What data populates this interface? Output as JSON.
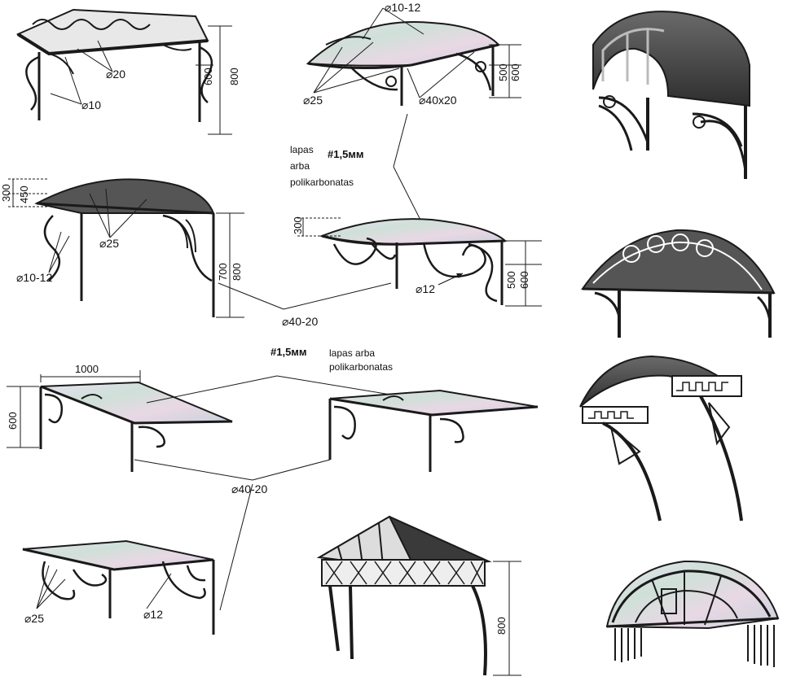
{
  "labels": {
    "d10_12_top": "⌀10-12",
    "d20": "⌀20",
    "d10": "⌀10",
    "d25_a": "⌀25",
    "d40x20": "⌀40x20",
    "h600_a": "600",
    "h800_a": "800",
    "h500_a": "500",
    "h600_b": "600",
    "sheet_1": "#1,5мм",
    "mat_1": "lapas",
    "mat_2": "arba",
    "mat_3": "polikarbonatas",
    "h300_a": "300",
    "h450": "450",
    "d25_b": "⌀25",
    "d10_12_mid": "⌀10-12",
    "h700": "700",
    "h800_b": "800",
    "h300_b": "300",
    "d12_a": "⌀12",
    "h500_b": "500",
    "h600_c": "600",
    "d40_20_a": "⌀40-20",
    "sheet_2": "#1,5мм",
    "mat_4": "lapas arba",
    "mat_5": "polikarbonatas",
    "w1000": "1000",
    "h600_d": "600",
    "d40_20_b": "⌀40-20",
    "d25_c": "⌀25",
    "d12_b": "⌀12",
    "h800_c": "800"
  },
  "colors": {
    "ink": "#1a1a1a",
    "glass": "#cfd6de",
    "dark_roof": "#4a4a4a"
  }
}
